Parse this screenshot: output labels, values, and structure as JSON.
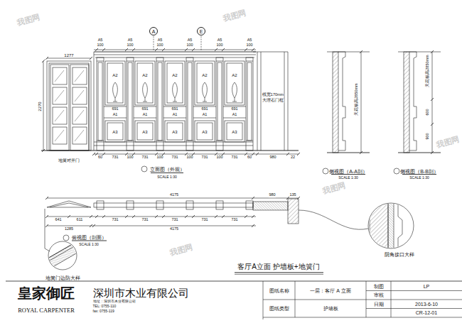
{
  "diagram": {
    "title": "客厅A立面 护墙板+地簧门",
    "nodes": [
      {
        "text": [
          "A"
        ]
      },
      {
        "text": [
          "E"
        ]
      },
      {
        "text": [
          "图纸名称"
        ]
      },
      {
        "text": [
          "一层：客厅 A 立面"
        ]
      },
      {
        "text": [
          "图纸类型"
        ]
      },
      {
        "text": [
          "护墙板"
        ]
      },
      {
        "text": [
          "制图"
        ]
      },
      {
        "text": [
          "LP"
        ]
      },
      {
        "text": [
          "审核"
        ]
      },
      {
        "text": [
          "日期"
        ]
      },
      {
        "text": [
          "2013-6-10"
        ]
      },
      {
        "text": [
          "CR-12-01"
        ]
      }
    ],
    "labels": [
      "1277",
      "2270",
      "地簧对开门",
      "A5",
      "A5",
      "A5",
      "A5",
      "A5",
      "A5",
      "100",
      "100",
      "100",
      "100",
      "100",
      "100",
      "A2",
      "A2",
      "A2",
      "A2",
      "A2",
      "691",
      "691",
      "691",
      "691",
      "691",
      "A1",
      "A1",
      "A1",
      "A1",
      "A1",
      "A3",
      "A3",
      "A3",
      "A3",
      "A3",
      "731",
      "731",
      "731",
      "731",
      "731",
      "100",
      "100",
      "100",
      "100",
      "60",
      "60",
      "980",
      "22",
      "线宽170mm",
      "大理石门框",
      "立面图（外观）",
      "SCALE 1:30",
      "天花板高2850mm",
      "侧视图（A-A剖）",
      "SCALE 1:30",
      "天花板高2850mm",
      "600",
      "900",
      "侧视图（B-B剖）",
      "SCALE 1:30",
      "4175",
      "980",
      "135",
      "641",
      "611",
      "731",
      "731",
      "731",
      "731",
      "731",
      "4175",
      "1285",
      "俯视图（剖面）",
      "SCALE 1:30",
      "地簧门边防大样",
      "阴角接口大样",
      "皇家御匠",
      "ROYAL CARPENTER",
      "深圳市木业有限公司",
      "地址：深圳市木业有限公司",
      "TEL: 0755-110",
      "fax: 0755-119",
      "我图网",
      "我图网",
      "我图网",
      "我图网",
      "我图网"
    ]
  }
}
